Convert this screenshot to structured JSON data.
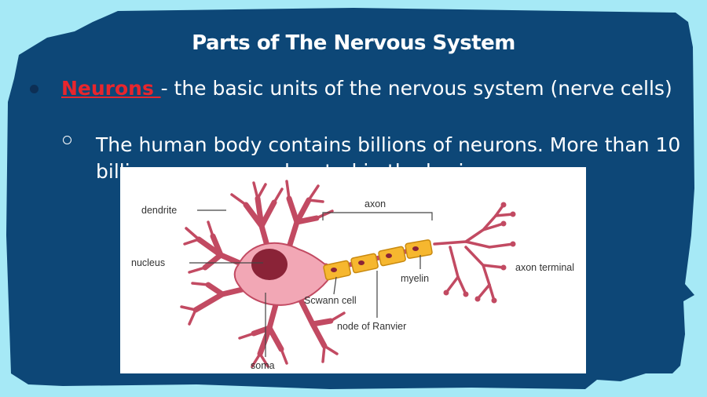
{
  "slide": {
    "title": "Parts of The Nervous System",
    "bullet": {
      "term": "Neurons ",
      "text": " - the basic units of the nervous system (nerve cells)"
    },
    "sub_bullet": {
      "text": "The human body contains billions of neurons. More than 10 billion neurons are located in the brain."
    }
  },
  "diagram": {
    "labels": {
      "dendrite": "dendrite",
      "axon": "axon",
      "nucleus": "nucleus",
      "axon_terminal": "axon terminal",
      "myelin": "myelin",
      "schwann_cell": "Scwann cell",
      "node_of_ranvier": "node of Ranvier",
      "soma": "soma"
    }
  },
  "colors": {
    "background": "#a6e9f6",
    "slide_panel": "#0d4777",
    "term": "#e8262d",
    "neuron_fill": "#f2a7b5",
    "neuron_stroke": "#c24a62",
    "nucleus": "#8a2337",
    "myelin_fill": "#f6b72f"
  }
}
